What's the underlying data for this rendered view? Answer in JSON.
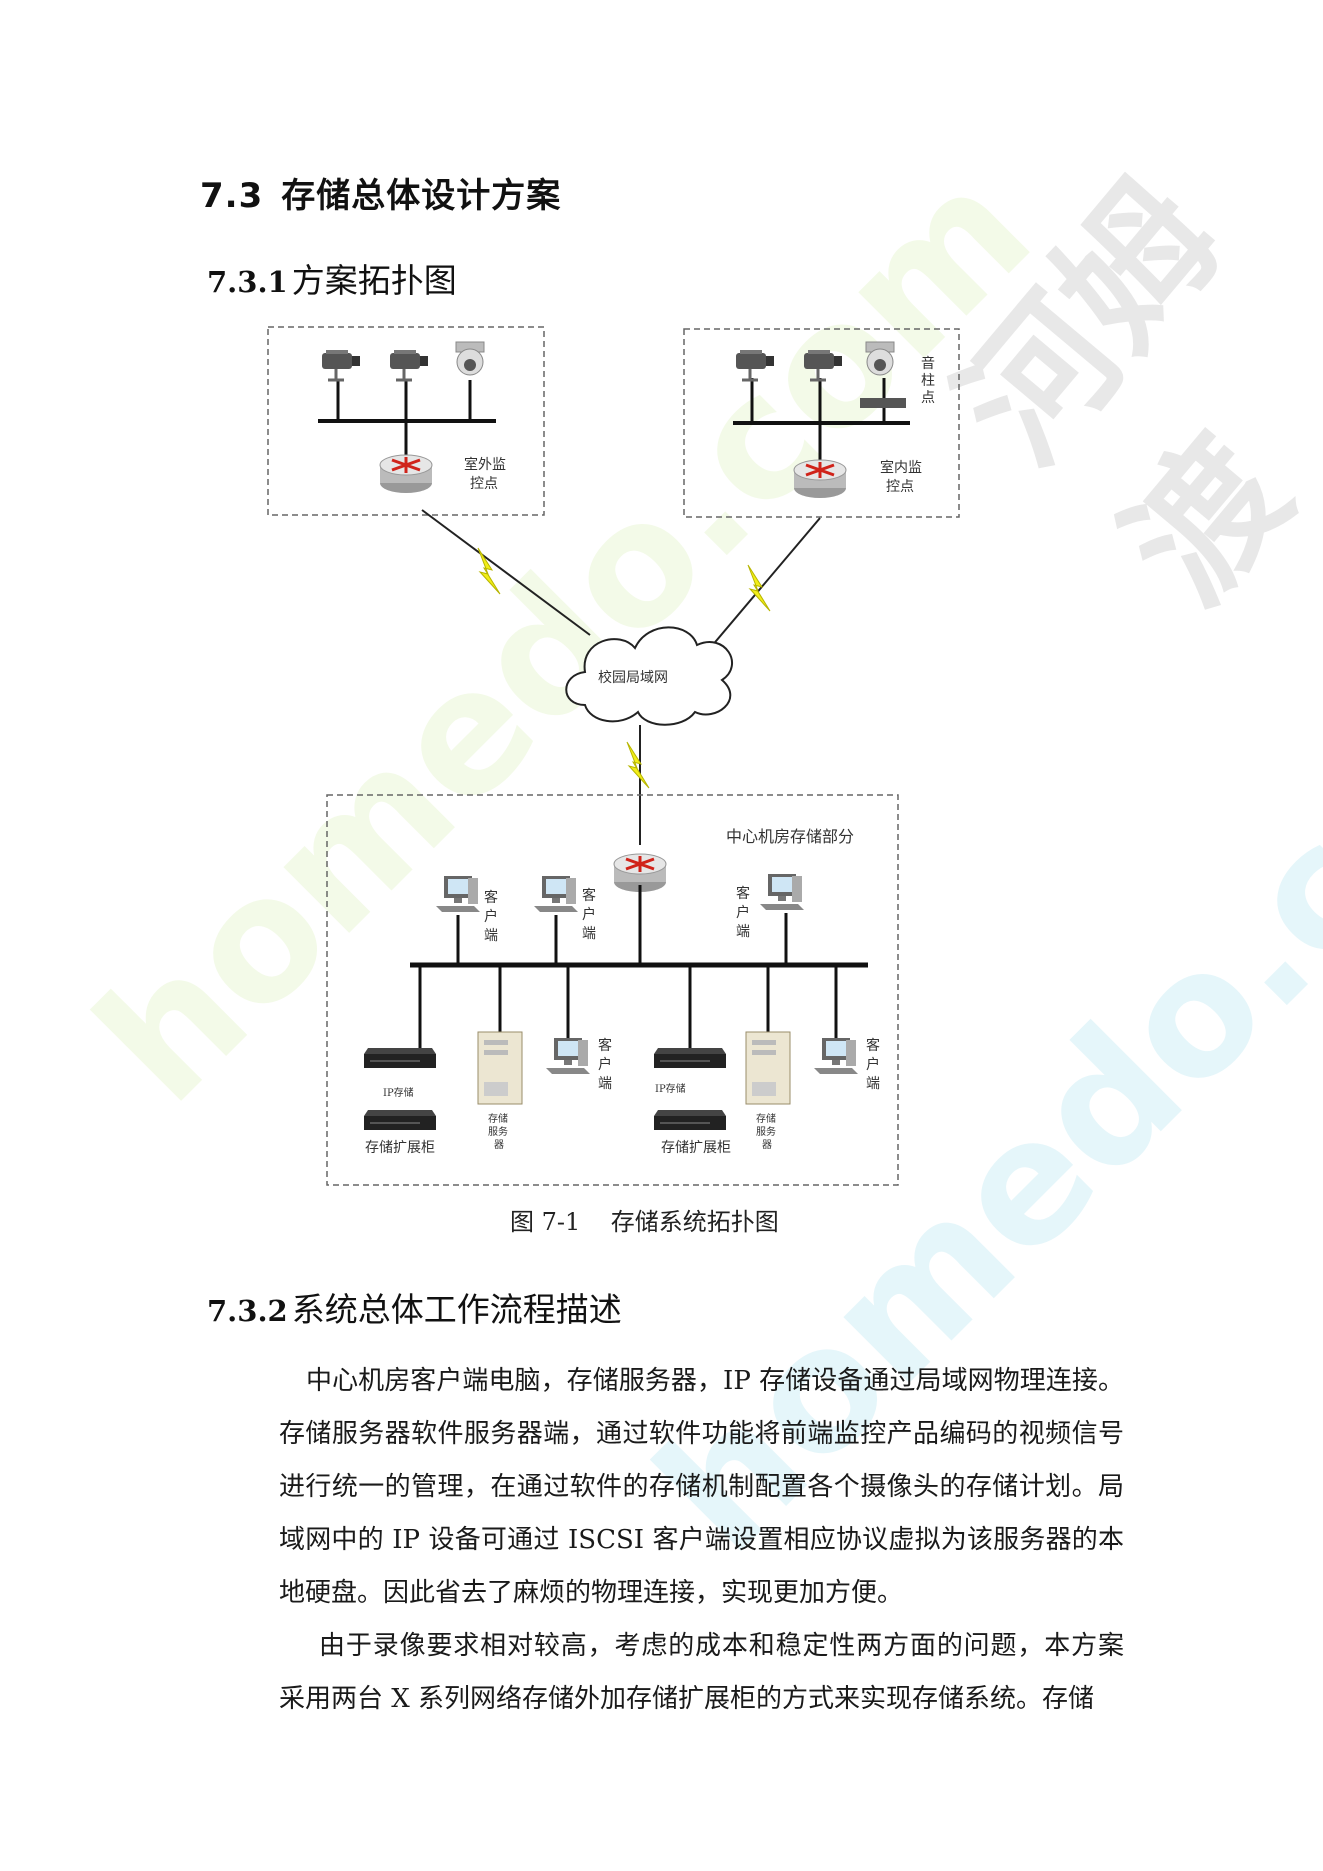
{
  "heading": {
    "num": "7.3",
    "title": "存储总体设计方案"
  },
  "sub1": {
    "num": "7.3.1",
    "title": "方案拓扑图"
  },
  "sub2": {
    "num": "7.3.2",
    "title": "系统总体工作流程描述"
  },
  "diagram": {
    "outdoor_label_1": "室外监",
    "outdoor_label_2": "控点",
    "indoor_label_1": "室内监",
    "indoor_label_2": "控点",
    "sound_label_1": "音",
    "sound_label_2": "柱",
    "sound_label_3": "点",
    "cloud_label": "校园局域网",
    "center_label": "中心机房存储部分",
    "client_label_1": "客",
    "client_label_2": "户",
    "client_label_3": "端",
    "ip_storage_a": "IP存储",
    "ip_storage_b": "IP存储",
    "server_label_1": "存储",
    "server_label_2": "服务",
    "server_label_3": "器",
    "expansion_label": "存储扩展柜"
  },
  "caption": "图 7-1    存储系统拓扑图",
  "paragraphs": [
    "中心机房客户端电脑，存储服务器，IP 存储设备通过局域网物理连接。存储服务器软件服务器端，通过软件功能将前端监控产品编码的视频信号进行统一的管理，在通过软件的存储机制配置各个摄像头的存储计划。局域网中的 IP 设备可通过 ISCSI 客户端设置相应协议虚拟为该服务器的本地硬盘。因此省去了麻烦的物理连接，实现更加方便。",
    "由于录像要求相对较高，考虑的成本和稳定性两方面的问题，本方案采用两台 X 系列网络存储外加存储扩展柜的方式来实现存储系统。存储"
  ],
  "watermark": {
    "brand": "河姆渡",
    "site": "homedo.com"
  }
}
